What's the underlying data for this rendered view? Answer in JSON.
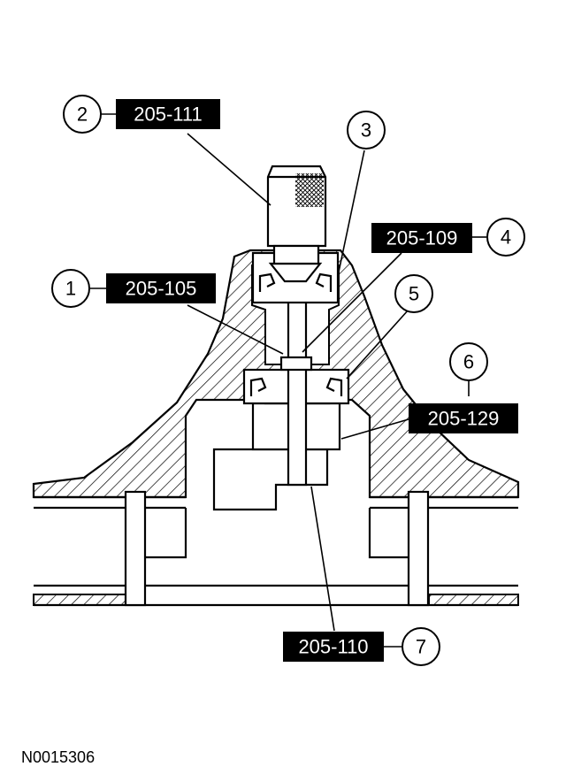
{
  "figure_id": "N0015306",
  "callouts": [
    {
      "number": "1",
      "tool": "205-105"
    },
    {
      "number": "2",
      "tool": "205-111"
    },
    {
      "number": "3",
      "tool": ""
    },
    {
      "number": "4",
      "tool": "205-109"
    },
    {
      "number": "5",
      "tool": ""
    },
    {
      "number": "6",
      "tool": "205-129"
    },
    {
      "number": "7",
      "tool": "205-110"
    }
  ]
}
